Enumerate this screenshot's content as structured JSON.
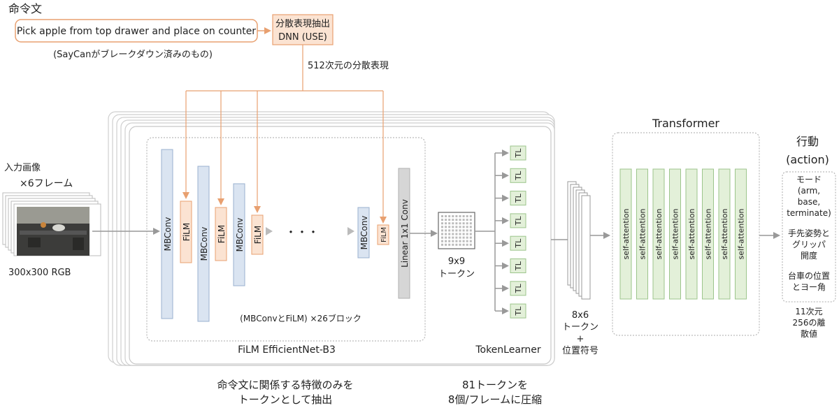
{
  "command": {
    "heading": "命令文",
    "text": "Pick apple from top drawer and place on counter",
    "note": "(SayCanがブレークダウン済みのもの)"
  },
  "dnn": {
    "line1": "分散表現抽出",
    "line2": "DNN (USE)"
  },
  "embedding_label": "512次元の分散表現",
  "input": {
    "label1": "入力画像",
    "label2": "×6フレーム",
    "caption": "300x300 RGB"
  },
  "efficientnet": {
    "mbconv": "MBConv",
    "film": "FiLM",
    "ellipsis": "・・・",
    "linear": "Linear 1x1 Conv",
    "blocks_note": "(MBConvとFiLM) ×26ブロック",
    "title": "FiLM EfficientNet-B3"
  },
  "tokens9": {
    "line1": "9x9",
    "line2": "トークン"
  },
  "tokenlearner": {
    "tl": "TL",
    "title": "TokenLearner"
  },
  "tokens8": {
    "line1": "8x6",
    "line2": "トークン",
    "line3": "+",
    "line4": "位置符号"
  },
  "transformer": {
    "title": "Transformer",
    "layer": "self-attention"
  },
  "action": {
    "title1": "行動",
    "title2": "(action)",
    "mode1": "モード",
    "mode2": "(arm,",
    "mode3": "base,",
    "mode4": "terminate)",
    "hand1": "手先姿勢と",
    "hand2": "グリッパ",
    "hand3": "開度",
    "base1": "台車の位置",
    "base2": "とヨー角",
    "dim1": "11次元",
    "dim2": "256の離",
    "dim3": "散値"
  },
  "captions": {
    "left1": "命令文に関係する特徴のみを",
    "left2": "トークンとして抽出",
    "right1": "81トークンを",
    "right2": "8個/フレームに圧縮"
  },
  "colors": {
    "orange_line": "#e8a070",
    "orange_fill": "#fbe3d2",
    "blue_fill": "#dae4f1",
    "gray_fill": "#d6d6d6",
    "green_fill": "#e3f0d9",
    "green_stroke": "#9cc58c"
  }
}
